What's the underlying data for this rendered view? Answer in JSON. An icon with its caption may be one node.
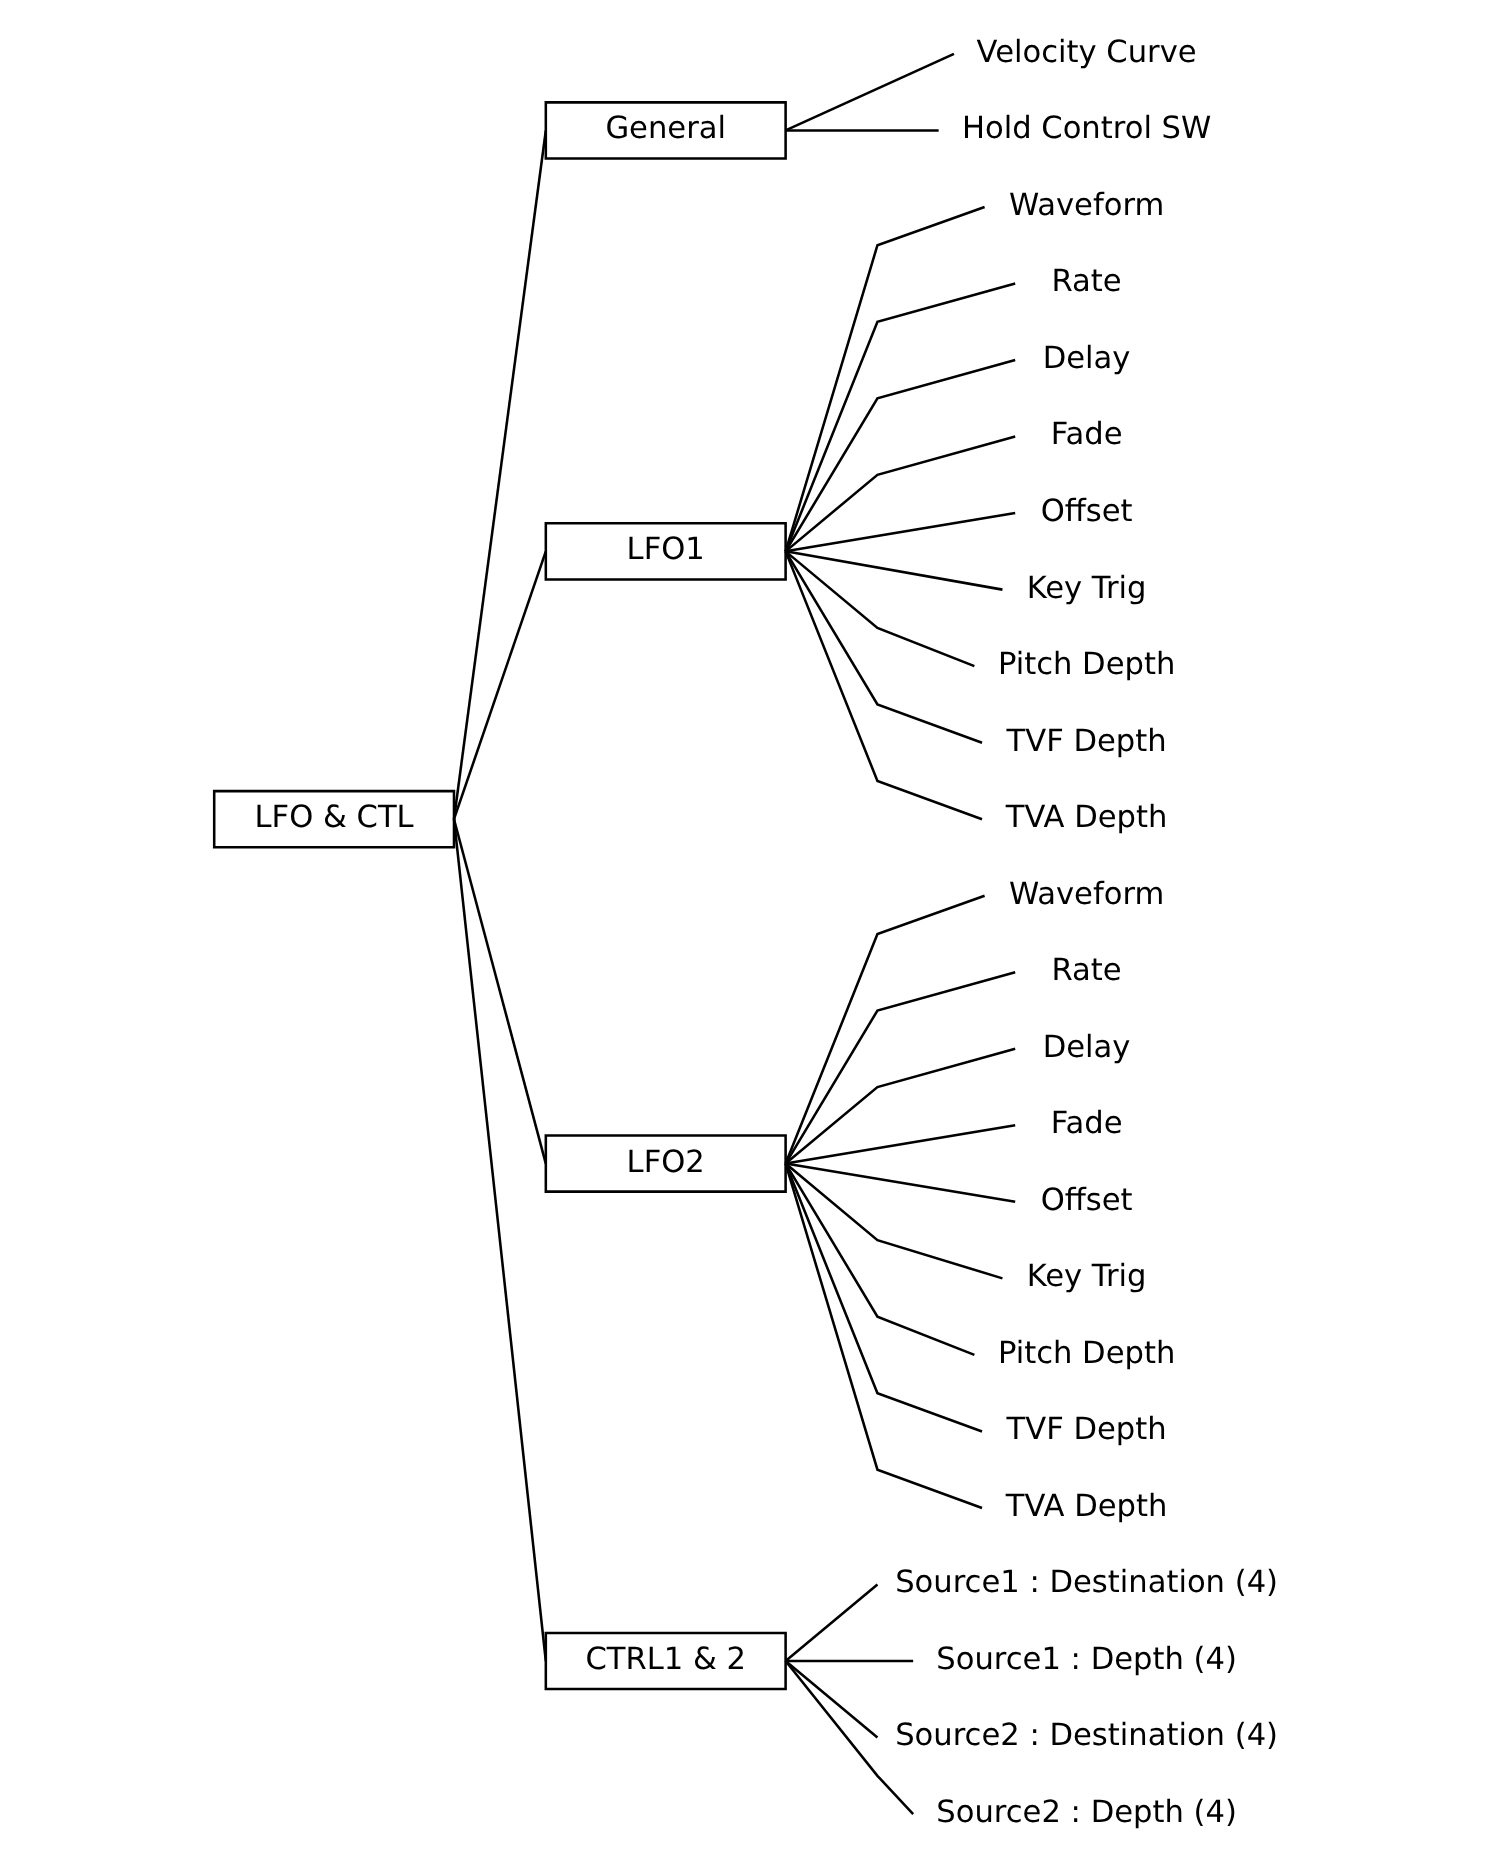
{
  "diagram": {
    "nodes": [
      {
        "text": [
          "LFO & CTL"
        ]
      },
      {
        "text": [
          "General"
        ]
      },
      {
        "text": [
          "Velocity Curve"
        ]
      },
      {
        "text": [
          "Hold Control SW"
        ]
      },
      {
        "text": [
          "LFO1"
        ]
      },
      {
        "text": [
          "Waveform"
        ]
      },
      {
        "text": [
          "Rate"
        ]
      },
      {
        "text": [
          "Delay"
        ]
      },
      {
        "text": [
          "Fade"
        ]
      },
      {
        "text": [
          "Offset"
        ]
      },
      {
        "text": [
          "Key Trig"
        ]
      },
      {
        "text": [
          "Pitch Depth"
        ]
      },
      {
        "text": [
          "TVF Depth"
        ]
      },
      {
        "text": [
          "TVA Depth"
        ]
      },
      {
        "text": [
          "LFO2"
        ]
      },
      {
        "text": [
          "Waveform"
        ]
      },
      {
        "text": [
          "Rate"
        ]
      },
      {
        "text": [
          "Delay"
        ]
      },
      {
        "text": [
          "Fade"
        ]
      },
      {
        "text": [
          "Offset"
        ]
      },
      {
        "text": [
          "Key Trig"
        ]
      },
      {
        "text": [
          "Pitch Depth"
        ]
      },
      {
        "text": [
          "TVF Depth"
        ]
      },
      {
        "text": [
          "TVA Depth"
        ]
      },
      {
        "text": [
          "CTRL1 & 2"
        ]
      },
      {
        "text": [
          "Source1 : Destination (4)"
        ]
      },
      {
        "text": [
          "Source1 : Depth (4)"
        ]
      },
      {
        "text": [
          "Source2 : Destination (4)"
        ]
      },
      {
        "text": [
          "Source2 : Depth (4)"
        ]
      }
    ],
    "edges": [
      {
        "from": 0,
        "to": 1,
        "arrow": "none"
      },
      {
        "from": 0,
        "to": 4,
        "arrow": "none"
      },
      {
        "from": 0,
        "to": 14,
        "arrow": "none"
      },
      {
        "from": 0,
        "to": 24,
        "arrow": "none"
      },
      {
        "from": 1,
        "to": 2,
        "arrow": "none"
      },
      {
        "from": 1,
        "to": 3,
        "arrow": "none"
      },
      {
        "from": 4,
        "to": 5,
        "arrow": "none"
      },
      {
        "from": 4,
        "to": 6,
        "arrow": "none"
      },
      {
        "from": 4,
        "to": 7,
        "arrow": "none"
      },
      {
        "from": 4,
        "to": 8,
        "arrow": "none"
      },
      {
        "from": 4,
        "to": 9,
        "arrow": "none"
      },
      {
        "from": 4,
        "to": 10,
        "arrow": "none"
      },
      {
        "from": 4,
        "to": 11,
        "arrow": "none"
      },
      {
        "from": 4,
        "to": 12,
        "arrow": "none"
      },
      {
        "from": 4,
        "to": 13,
        "arrow": "none"
      },
      {
        "from": 14,
        "to": 15,
        "arrow": "none"
      },
      {
        "from": 14,
        "to": 16,
        "arrow": "none"
      },
      {
        "from": 14,
        "to": 17,
        "arrow": "none"
      },
      {
        "from": 14,
        "to": 18,
        "arrow": "none"
      },
      {
        "from": 14,
        "to": 19,
        "arrow": "none"
      },
      {
        "from": 14,
        "to": 20,
        "arrow": "none"
      },
      {
        "from": 14,
        "to": 21,
        "arrow": "none"
      },
      {
        "from": 14,
        "to": 22,
        "arrow": "none"
      },
      {
        "from": 14,
        "to": 23,
        "arrow": "none"
      },
      {
        "from": 24,
        "to": 25,
        "arrow": "none"
      },
      {
        "from": 24,
        "to": 26,
        "arrow": "none"
      },
      {
        "from": 24,
        "to": 27,
        "arrow": "none"
      },
      {
        "from": 24,
        "to": 28,
        "arrow": "none"
      }
    ]
  }
}
